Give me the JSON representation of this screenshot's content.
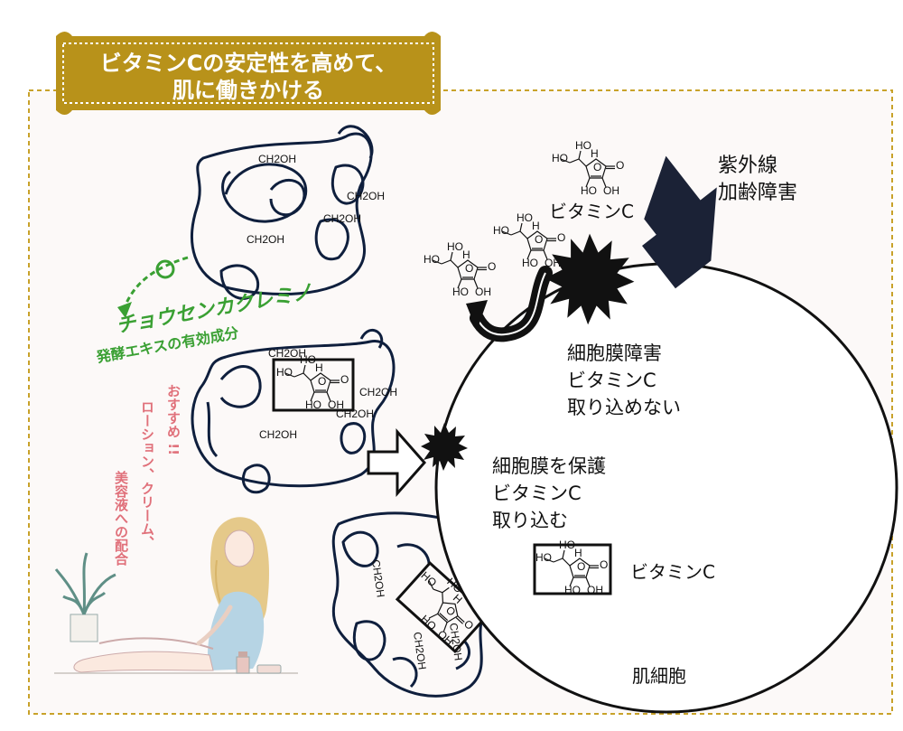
{
  "banner": {
    "line1": "ビタミンCの安定性を高めて、",
    "line2": "肌に働きかける"
  },
  "colors": {
    "frame": "#c8a22a",
    "banner_bg": "#b8921a",
    "banner_text": "#ffffff",
    "polymer": "#0f1f3d",
    "green": "#3aa033",
    "pink": "#e0707a",
    "background": "#fcf9f8"
  },
  "polymer_labels": {
    "ch2oh": "CH2OH"
  },
  "glucan": {
    "name": "チョウセンカクレミノ",
    "subtitle": "発酵エキスの有効成分"
  },
  "recommend": {
    "line1": "おすすめ !!",
    "line2": "ローション、クリーム、",
    "line3": "美容液への配合"
  },
  "stress": {
    "line1": "紫外線",
    "line2": "加齢障害"
  },
  "vitamin_c_label": "ビタミンC",
  "damaged": {
    "line1": "細胞膜障害",
    "line2": "ビタミンC",
    "line3": "取り込めない"
  },
  "protected": {
    "line1": "細胞膜を保護",
    "line2": "ビタミンC",
    "line3": "取り込む"
  },
  "cell_label": "肌細胞",
  "molecule_labels": {
    "ho": "HO",
    "oh": "OH",
    "o": "O",
    "h": "H"
  },
  "icons": [
    "vitamin-c-molecule-icon",
    "down-arrow-icon",
    "burst-icon",
    "outline-arrow-icon",
    "green-arrow-icon",
    "woman-illustration"
  ]
}
